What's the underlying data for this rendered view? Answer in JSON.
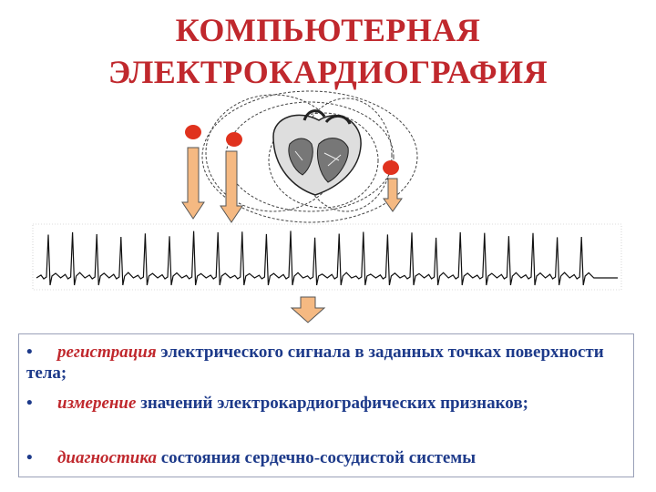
{
  "title": {
    "line1": "КОМПЬЮТЕРНАЯ",
    "line2": "ЭЛЕКТРОКАРДИОГРАФИЯ"
  },
  "bullets": [
    {
      "marker": "•",
      "highlight": "регистрация",
      "text": " электрического сигнала в заданных точках поверхности тела;"
    },
    {
      "marker": "•",
      "highlight": "измерение",
      "text": " значений электрокардиографических признаков;"
    },
    {
      "marker": "•",
      "highlight": "диагностика",
      "text": " состояния сердечно-сосудистой системы"
    }
  ],
  "colors": {
    "title": "#c0282d",
    "highlight": "#c0282d",
    "text": "#1d3a8a",
    "electrode": "#e0321e",
    "arrow_fill": "#f5b982",
    "arrow_stroke": "#555555",
    "ecg_trace": "#111111"
  },
  "icons": [
    "electrode-dot",
    "heart-illustration",
    "down-arrow"
  ]
}
